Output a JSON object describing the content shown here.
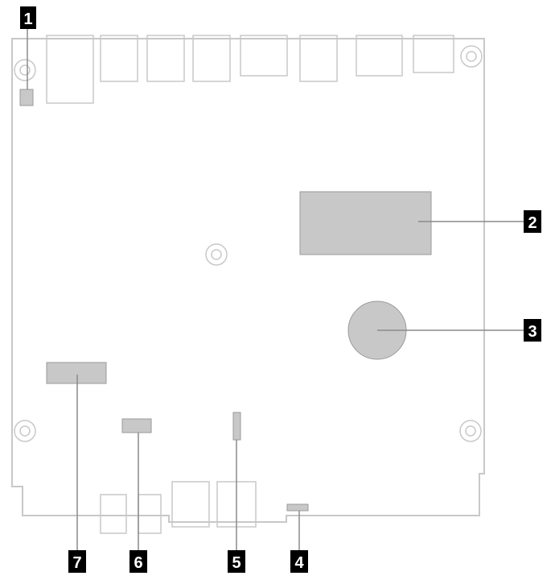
{
  "callouts": [
    {
      "id": "1",
      "label": "1"
    },
    {
      "id": "2",
      "label": "2"
    },
    {
      "id": "3",
      "label": "3"
    },
    {
      "id": "4",
      "label": "4"
    },
    {
      "id": "5",
      "label": "5"
    },
    {
      "id": "6",
      "label": "6"
    },
    {
      "id": "7",
      "label": "7"
    }
  ],
  "colors": {
    "board_outline": "#c8c8c8",
    "component_fill": "#c8c8c8",
    "component_stroke": "#9a9a9a",
    "leader_line": "#8a8a8a",
    "callout_box": "#000000",
    "callout_text": "#ffffff"
  }
}
